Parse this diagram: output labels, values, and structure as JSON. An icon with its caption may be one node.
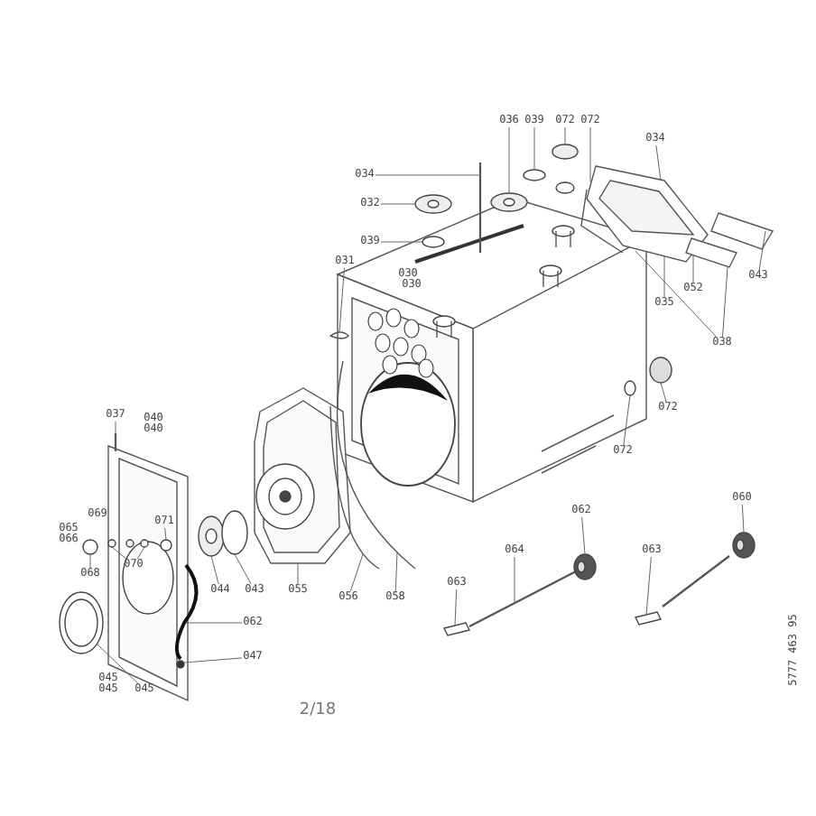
{
  "diagram": {
    "nodes": [
      {
        "text": [
          "036"
        ]
      },
      {
        "text": [
          "039"
        ]
      },
      {
        "text": [
          "072"
        ]
      },
      {
        "text": [
          "072"
        ]
      },
      {
        "text": [
          "034"
        ]
      },
      {
        "text": [
          "034"
        ]
      },
      {
        "text": [
          "032"
        ]
      },
      {
        "text": [
          "039"
        ]
      },
      {
        "text": [
          "031"
        ]
      },
      {
        "text": [
          "043"
        ]
      },
      {
        "text": [
          "052"
        ]
      },
      {
        "text": [
          "035"
        ]
      },
      {
        "text": [
          "038"
        ]
      },
      {
        "text": [
          "072"
        ]
      },
      {
        "text": [
          "072"
        ]
      },
      {
        "text": [
          "037"
        ]
      },
      {
        "text": [
          "068"
        ]
      },
      {
        "text": [
          "070"
        ]
      },
      {
        "text": [
          "071"
        ]
      },
      {
        "text": [
          "044"
        ]
      },
      {
        "text": [
          "043"
        ]
      },
      {
        "text": [
          "055"
        ]
      },
      {
        "text": [
          "062"
        ]
      },
      {
        "text": [
          "047"
        ]
      },
      {
        "text": [
          "045"
        ]
      },
      {
        "text": [
          "056"
        ]
      },
      {
        "text": [
          "058"
        ]
      },
      {
        "text": [
          "063"
        ]
      },
      {
        "text": [
          "064"
        ]
      },
      {
        "text": [
          "062"
        ]
      },
      {
        "text": [
          "063"
        ]
      },
      {
        "text": [
          "060"
        ]
      },
      {
        "text": [],
        "shape": "circle"
      },
      {
        "text": [],
        "shape": "box"
      },
      {
        "text": [],
        "shape": "box"
      },
      {
        "text": [],
        "shape": "circle"
      },
      {
        "text": [],
        "shape": "circle"
      },
      {
        "text": [],
        "shape": "circle"
      },
      {
        "text": [],
        "shape": "cable"
      },
      {
        "text": [],
        "shape": "circle"
      },
      {
        "text": [],
        "shape": "circle"
      },
      {
        "text": [],
        "shape": "circle"
      },
      {
        "text": [],
        "shape": "circle"
      },
      {
        "text": [],
        "shape": "bar"
      },
      {
        "text": [],
        "shape": "circle"
      },
      {
        "text": [],
        "shape": "hook"
      },
      {
        "text": [],
        "shape": "box"
      },
      {
        "text": [],
        "shape": "circle"
      },
      {
        "text": [],
        "shape": "bar"
      },
      {
        "text": [],
        "shape": "circle"
      },
      {
        "text": [],
        "shape": "circle"
      },
      {
        "text": [],
        "shape": "circle"
      },
      {
        "text": [],
        "shape": "circle"
      },
      {
        "text": [],
        "shape": "box"
      },
      {
        "text": [],
        "shape": "circle"
      },
      {
        "text": [],
        "shape": "cable"
      },
      {
        "text": [],
        "shape": "cable"
      },
      {
        "text": [],
        "shape": "box"
      },
      {
        "text": [],
        "shape": "bar"
      },
      {
        "text": [],
        "shape": "circle"
      },
      {
        "text": [],
        "shape": "box"
      },
      {
        "text": [],
        "shape": "circle"
      }
    ],
    "edges": [
      {
        "from": 0,
        "to": 40,
        "arrow": "none"
      },
      {
        "from": 1,
        "to": 41,
        "arrow": "none"
      },
      {
        "from": 2,
        "to": 42,
        "arrow": "none"
      },
      {
        "from": 3,
        "to": 33,
        "arrow": "none"
      },
      {
        "from": 4,
        "to": 33,
        "arrow": "none"
      },
      {
        "from": 5,
        "to": 43,
        "arrow": "none"
      },
      {
        "from": 6,
        "to": 44,
        "arrow": "none"
      },
      {
        "from": 7,
        "to": 32,
        "arrow": "none"
      },
      {
        "from": 8,
        "to": 45,
        "arrow": "none"
      },
      {
        "from": 9,
        "to": 46,
        "arrow": "none"
      },
      {
        "from": 10,
        "to": 34,
        "arrow": "none"
      },
      {
        "from": 11,
        "to": 33,
        "arrow": "none"
      },
      {
        "from": 12,
        "to": 34,
        "arrow": "none"
      },
      {
        "from": 12,
        "to": 33,
        "arrow": "none"
      },
      {
        "from": 13,
        "to": 47,
        "arrow": "none"
      },
      {
        "from": 14,
        "to": 35,
        "arrow": "none"
      },
      {
        "from": 15,
        "to": 48,
        "arrow": "none"
      },
      {
        "from": 16,
        "to": 36,
        "arrow": "none"
      },
      {
        "from": 17,
        "to": 49,
        "arrow": "none"
      },
      {
        "from": 17,
        "to": 50,
        "arrow": "none"
      },
      {
        "from": 18,
        "to": 37,
        "arrow": "none"
      },
      {
        "from": 19,
        "to": 51,
        "arrow": "none"
      },
      {
        "from": 20,
        "to": 52,
        "arrow": "none"
      },
      {
        "from": 21,
        "to": 53,
        "arrow": "none"
      },
      {
        "from": 22,
        "to": 38,
        "arrow": "none"
      },
      {
        "from": 23,
        "to": 39,
        "arrow": "none"
      },
      {
        "from": 24,
        "to": 54,
        "arrow": "none"
      },
      {
        "from": 25,
        "to": 55,
        "arrow": "none"
      },
      {
        "from": 26,
        "to": 56,
        "arrow": "none"
      },
      {
        "from": 27,
        "to": 57,
        "arrow": "none"
      },
      {
        "from": 28,
        "to": 58,
        "arrow": "none"
      },
      {
        "from": 29,
        "to": 59,
        "arrow": "none"
      },
      {
        "from": 30,
        "to": 60,
        "arrow": "none"
      },
      {
        "from": 31,
        "to": 61,
        "arrow": "none"
      }
    ],
    "labels": [
      "030",
      "030",
      "040",
      "040",
      "069",
      "065",
      "066",
      "045",
      "045",
      "2/18",
      "5777 463 95"
    ]
  }
}
